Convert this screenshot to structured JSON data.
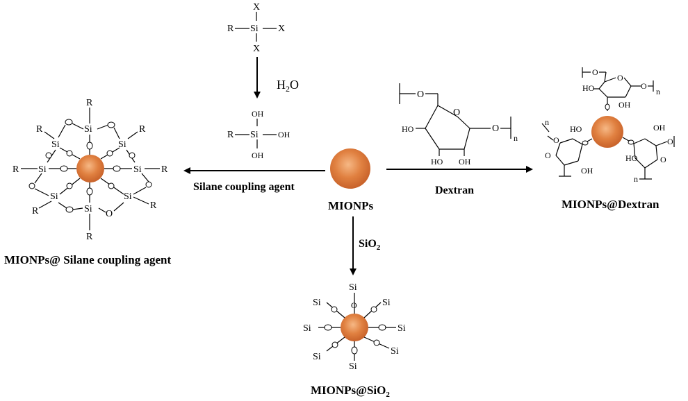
{
  "labels": {
    "center": "MIONPs",
    "left_arrow": "Silane coupling agent",
    "right_arrow": "Dextran",
    "down_arrow": "SiO",
    "down_arrow_sub": "2",
    "left_product": "MIONPs@ Silane coupling agent",
    "right_product": "MIONPs@Dextran",
    "bottom_product": "MIONPs@SiO",
    "bottom_product_sub": "2",
    "water": "H",
    "water_sub": "2",
    "water_o": "O"
  },
  "atoms": {
    "Si": "Si",
    "O": "O",
    "R": "R",
    "X": "X",
    "OH": "OH",
    "HO": "HO",
    "n": "n"
  },
  "colors": {
    "nanoparticle_outer": "#c8622a",
    "nanoparticle_inner": "#f6b885"
  }
}
